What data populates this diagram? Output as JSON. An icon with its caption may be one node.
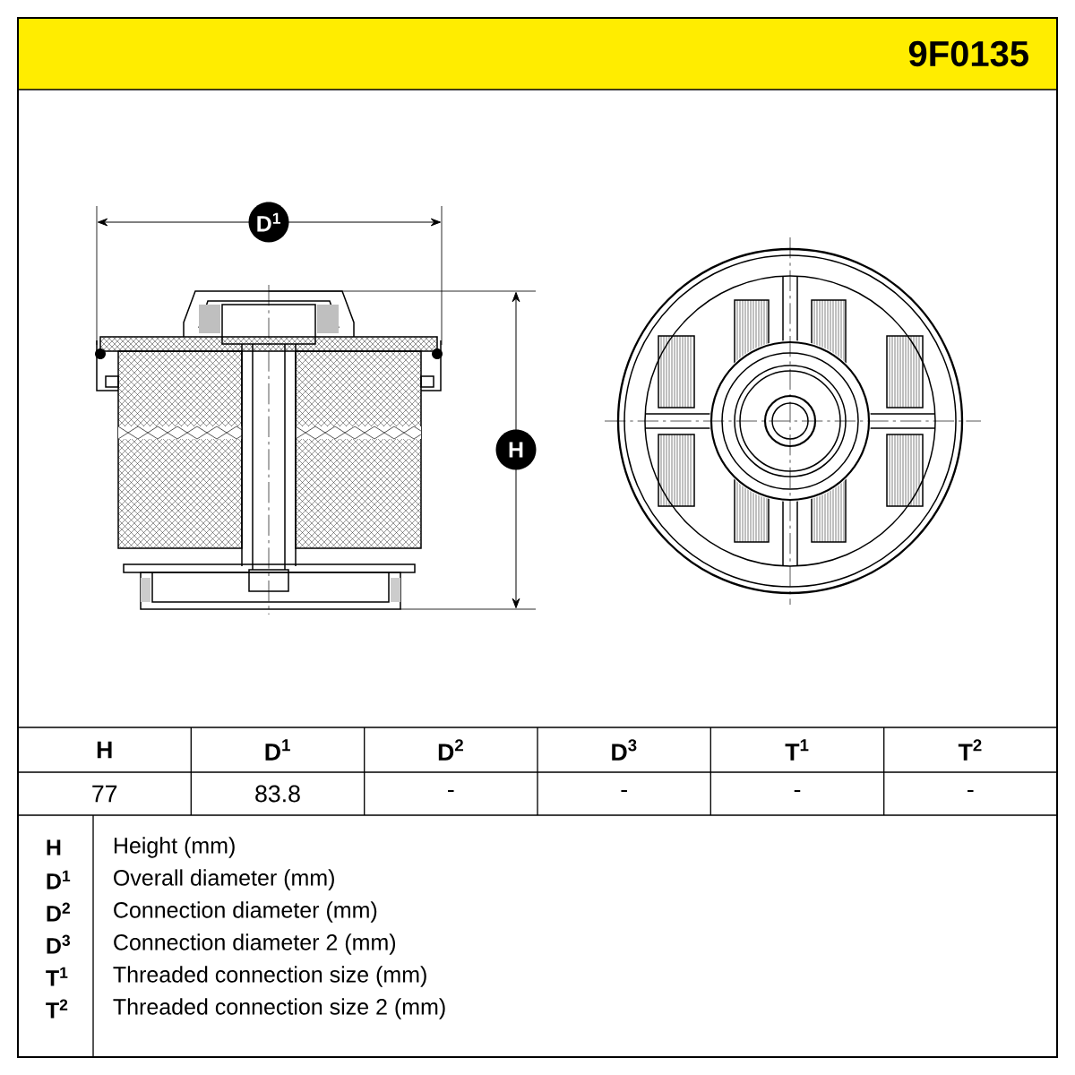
{
  "diagram": {
    "title": "9F0135",
    "labels": [
      "D$^{1}$",
      "H",
      "H",
      "D$^{1}$",
      "D$^{2}$",
      "D$^{3}$",
      "T$^{1}$",
      "T$^{2}$",
      "77",
      "83.8",
      "-",
      "-",
      "-",
      "-",
      "H",
      "Height (mm)",
      "D$^{1}$",
      "Overall diameter (mm)",
      "D$^{2}$",
      "Connection diameter (mm)",
      "D$^{3}$",
      "Connection diameter 2 (mm)",
      "T$^{1}$",
      "Threaded connection size (mm)",
      "T$^{2}$",
      "Threaded connection size 2 (mm)"
    ]
  }
}
